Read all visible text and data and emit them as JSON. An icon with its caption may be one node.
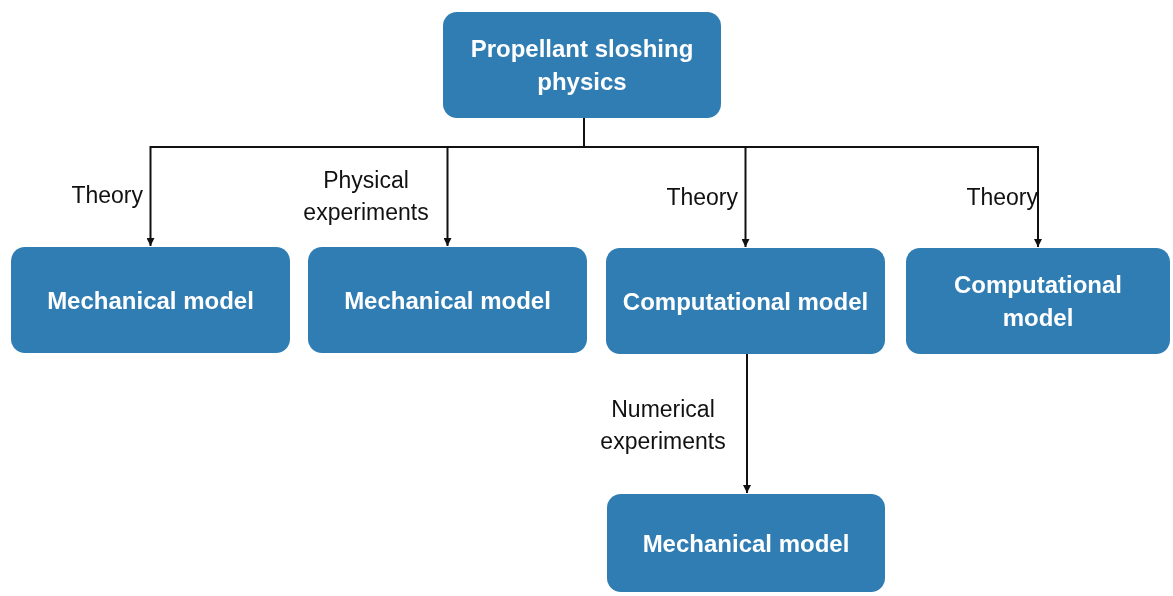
{
  "diagram": {
    "nodes": [
      {
        "text": [
          "Propellant sloshing physics"
        ]
      },
      {
        "text": [
          "Mechanical model"
        ]
      },
      {
        "text": [
          "Mechanical model"
        ]
      },
      {
        "text": [
          "Computational model"
        ]
      },
      {
        "text": [
          "Computational model"
        ]
      },
      {
        "text": [
          "Mechanical model"
        ]
      }
    ],
    "edges": [
      {
        "from": 0,
        "to": 1,
        "arrow": "to",
        "label": "Theory"
      },
      {
        "from": 0,
        "to": 2,
        "arrow": "to",
        "label": "Physical experiments"
      },
      {
        "from": 0,
        "to": 3,
        "arrow": "to",
        "label": "Theory"
      },
      {
        "from": 0,
        "to": 4,
        "arrow": "to",
        "label": "Theory"
      },
      {
        "from": 3,
        "to": 5,
        "arrow": "to",
        "label": "Numerical experiments"
      }
    ]
  }
}
